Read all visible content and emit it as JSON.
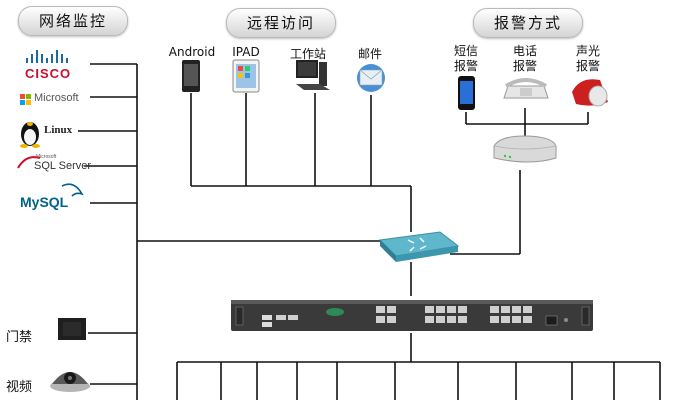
{
  "sections": {
    "network_monitoring": "网络监控",
    "remote_access": "远程访问",
    "alarm_methods": "报警方式"
  },
  "monitored_systems": [
    {
      "name": "CISCO",
      "icon": "cisco-logo"
    },
    {
      "name": "Microsoft",
      "icon": "microsoft-logo"
    },
    {
      "name": "Linux",
      "icon": "linux-logo"
    },
    {
      "name": "SQL Server",
      "icon": "sql-server-logo",
      "prefix": "Microsoft"
    },
    {
      "name": "MySQL",
      "icon": "mysql-logo"
    }
  ],
  "remote_devices": [
    {
      "label": "Android",
      "icon": "android-phone-icon"
    },
    {
      "label": "IPAD",
      "icon": "ipad-icon"
    },
    {
      "label": "工作站",
      "icon": "workstation-icon"
    },
    {
      "label": "邮件",
      "icon": "email-icon"
    }
  ],
  "alarm_devices": [
    {
      "label_line1": "短信",
      "label_line2": "报警",
      "icon": "mobile-phone-icon"
    },
    {
      "label_line1": "电话",
      "label_line2": "报警",
      "icon": "telephone-icon"
    },
    {
      "label_line1": "声光",
      "label_line2": "报警",
      "icon": "siren-icon"
    }
  ],
  "peripherals": [
    {
      "label": "门禁",
      "icon": "access-control-icon"
    },
    {
      "label": "视频",
      "icon": "camera-icon"
    }
  ],
  "colors": {
    "line": "#111111",
    "switch_body": "#3a3a3a",
    "router_top": "#8fd3e0",
    "cisco_red": "#c8102e",
    "cisco_blue": "#1a6aa8",
    "mysql_blue": "#00618a",
    "mysql_orange": "#e48e00"
  }
}
